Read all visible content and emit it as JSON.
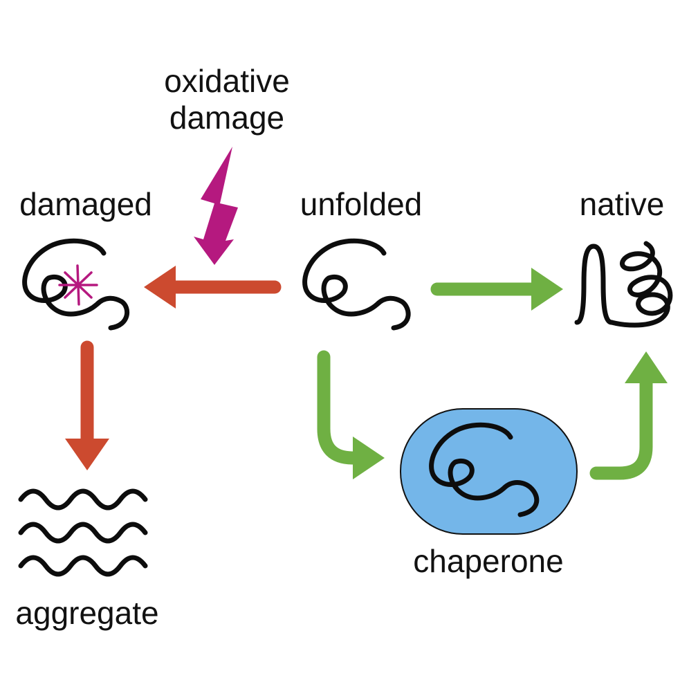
{
  "labels": {
    "oxidative_line1": "oxidative",
    "oxidative_line2": "damage",
    "damaged": "damaged",
    "unfolded": "unfolded",
    "native": "native",
    "aggregate": "aggregate",
    "chaperone": "chaperone"
  },
  "colors": {
    "damage_arrow": "#cc4a2f",
    "folding_arrow": "#6fb043",
    "oxidative_bolt": "#b5197f",
    "chaperone_fill": "#74b6e9",
    "chain": "#0d0d0d"
  },
  "icons": {
    "bolt": "lightning-bolt-icon",
    "damage_site": "star-burst-icon"
  }
}
